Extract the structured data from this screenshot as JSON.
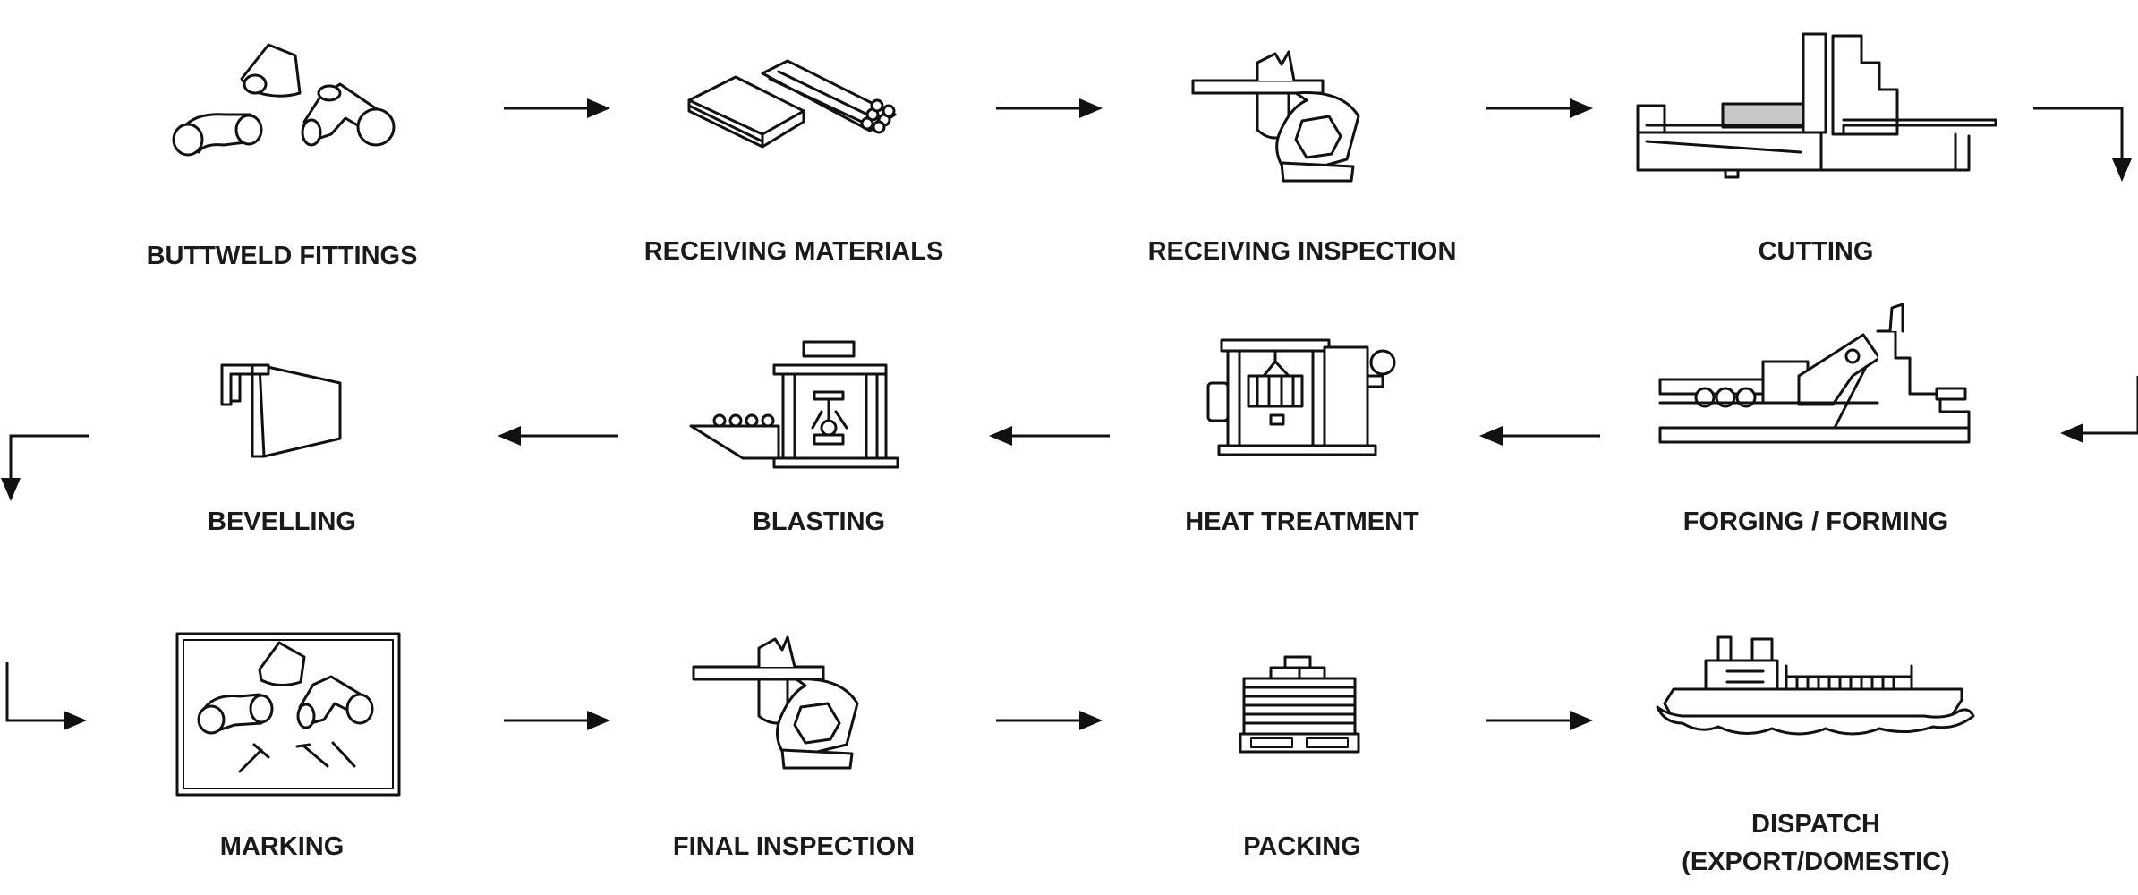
{
  "steps": [
    {
      "id": "buttweld-fittings",
      "label": "BUTTWELD FITTINGS"
    },
    {
      "id": "receiving-materials",
      "label": "RECEIVING MATERIALS"
    },
    {
      "id": "receiving-inspection",
      "label": "RECEIVING INSPECTION"
    },
    {
      "id": "cutting",
      "label": "CUTTING"
    },
    {
      "id": "forging-forming",
      "label": "FORGING / FORMING"
    },
    {
      "id": "heat-treatment",
      "label": "HEAT TREATMENT"
    },
    {
      "id": "blasting",
      "label": "BLASTING"
    },
    {
      "id": "bevelling",
      "label": "BEVELLING"
    },
    {
      "id": "marking",
      "label": "MARKING"
    },
    {
      "id": "final-inspection",
      "label": "FINAL INSPECTION"
    },
    {
      "id": "packing",
      "label": "PACKING"
    },
    {
      "id": "dispatch",
      "label_line1": "DISPATCH",
      "label_line2": "(EXPORT/DOMESTIC)"
    }
  ],
  "colors": {
    "stroke": "#111111",
    "text": "#1a1a1a",
    "background": "#ffffff",
    "highlight": "#c8c8c8"
  }
}
